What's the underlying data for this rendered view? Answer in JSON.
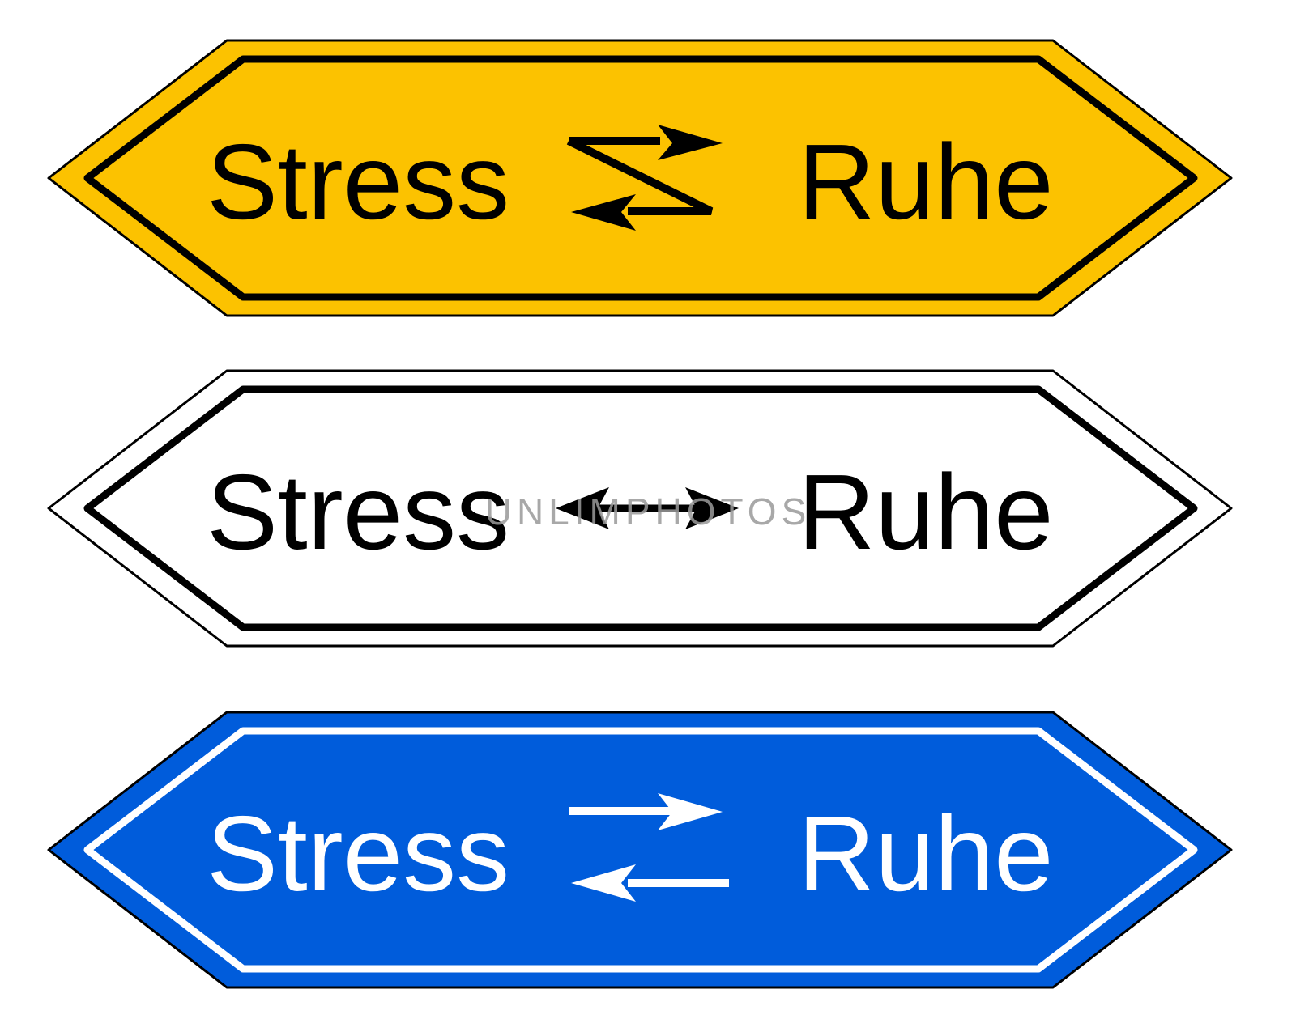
{
  "signs": [
    {
      "left_text": "Stress",
      "right_text": "Ruhe",
      "fill": "#FCC200",
      "border": "#000000",
      "text_color": "#000000",
      "arrow": "z-exchange-arrows-icon"
    },
    {
      "left_text": "Stress",
      "right_text": "Ruhe",
      "fill": "#FFFFFF",
      "border": "#000000",
      "text_color": "#000000",
      "arrow": "double-headed-arrow-icon"
    },
    {
      "left_text": "Stress",
      "right_text": "Ruhe",
      "fill": "#005CDB",
      "border": "#FFFFFF",
      "text_color": "#FFFFFF",
      "arrow": "exchange-arrows-icon"
    }
  ],
  "watermark": "UNLIMPHOTOS"
}
